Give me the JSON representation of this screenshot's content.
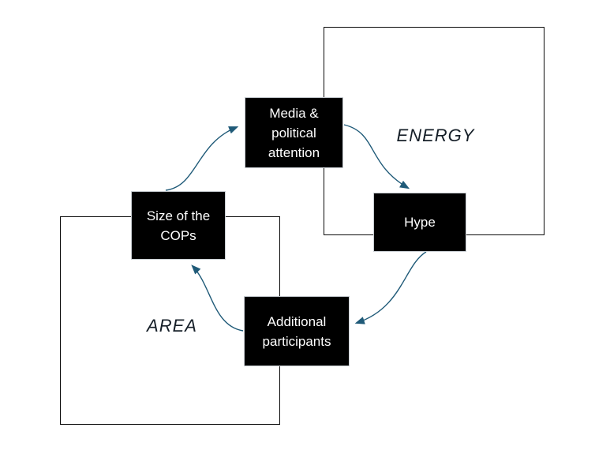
{
  "colors": {
    "background": "#ffffff",
    "node_background": "#000000",
    "node_text": "#ffffff",
    "arrow": "#1f5a78",
    "region_border": "#0a0a0a"
  },
  "regions": {
    "energy": {
      "label": "ENERGY"
    },
    "area": {
      "label": "AREA"
    }
  },
  "nodes": {
    "media": {
      "lines": [
        "Media &",
        "political",
        "attention"
      ]
    },
    "size_cops": {
      "lines": [
        "Size of the",
        "COPs"
      ]
    },
    "hype": {
      "lines": [
        "Hype"
      ]
    },
    "participants": {
      "lines": [
        "Additional",
        "participants"
      ]
    }
  },
  "edges": [
    {
      "from": "size_cops",
      "to": "media"
    },
    {
      "from": "media",
      "to": "hype"
    },
    {
      "from": "hype",
      "to": "participants"
    },
    {
      "from": "participants",
      "to": "size_cops"
    }
  ]
}
